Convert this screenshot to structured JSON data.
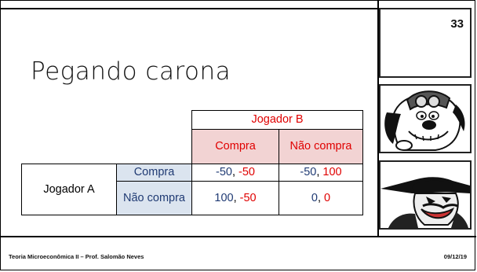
{
  "slide": {
    "title": "Pegando carona",
    "page_number": "33",
    "footer_left": "Teoria Microeconômica II – Prof. Salomão Neves",
    "footer_right": "09/12/19"
  },
  "table": {
    "player_b": "Jogador B",
    "player_a": "Jogador A",
    "col_headers": [
      "Compra",
      "Não compra"
    ],
    "row_headers": [
      "Compra",
      "Não compra"
    ],
    "cells": [
      [
        {
          "a": "-50",
          "sep": ", ",
          "b": "-50"
        },
        {
          "a": "-50",
          "sep": ", ",
          "b": "100"
        }
      ],
      [
        {
          "a": "100",
          "sep": ", ",
          "b": "-50"
        },
        {
          "a": "0",
          "sep": ", ",
          "b": "0"
        }
      ]
    ]
  },
  "images": {
    "top": "cartoon dog with aviator goggles",
    "bottom": "cartoon villain with mustache and hat"
  },
  "colors": {
    "player_b_red": "#e00000",
    "player_a_blue": "#1f3a73",
    "col_header_bg": "#f2d3d3",
    "row_header_bg": "#dbe4ef"
  }
}
